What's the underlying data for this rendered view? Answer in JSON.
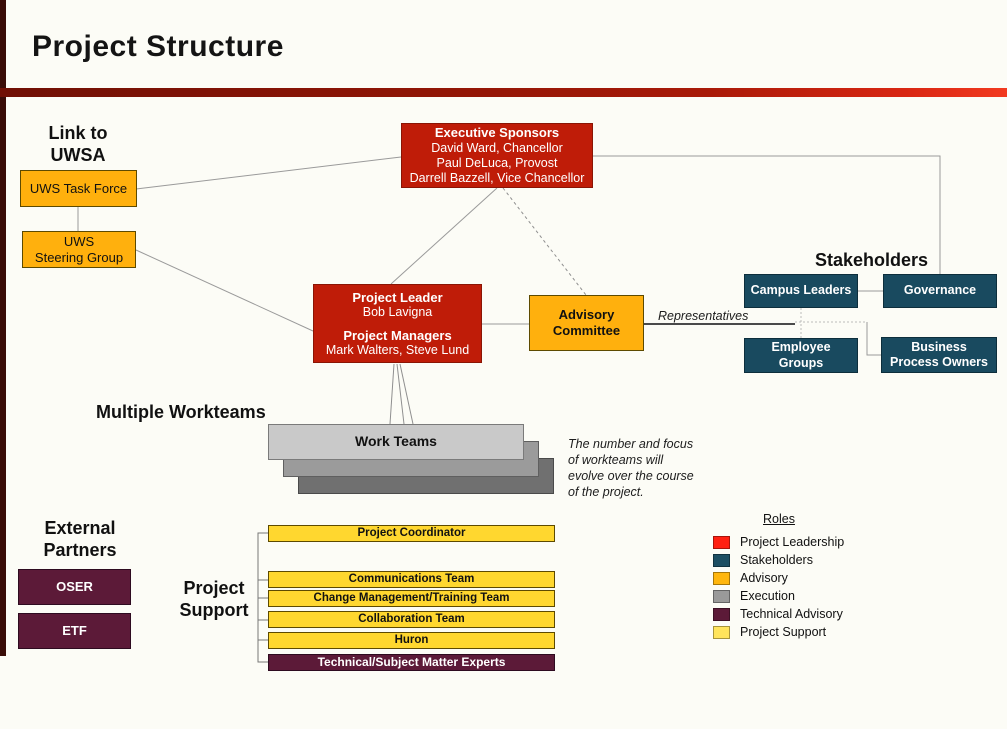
{
  "title": "Project Structure",
  "uwsa": {
    "heading": "Link to\nUWSA",
    "task_force": "UWS Task Force",
    "steering_group": "UWS\nSteering Group"
  },
  "executive_sponsors": {
    "heading": "Executive Sponsors",
    "members": [
      "David Ward, Chancellor",
      "Paul DeLuca, Provost",
      "Darrell Bazzell, Vice Chancellor"
    ]
  },
  "project_leadership": {
    "role1": "Project Leader",
    "name1": "Bob Lavigna",
    "role2": "Project Managers",
    "name2": "Mark Walters, Steve Lund"
  },
  "advisory_committee": {
    "label": "Advisory\nCommittee"
  },
  "stakeholders": {
    "heading": "Stakeholders",
    "representatives_label": "Representatives",
    "campus_leaders": "Campus Leaders",
    "governance": "Governance",
    "employee_groups": "Employee\nGroups",
    "business_process_owners": "Business\nProcess Owners"
  },
  "workteams": {
    "heading": "Multiple Workteams",
    "box_label": "Work Teams",
    "note": "The number and focus\nof workteams will\nevolve over the course\nof the project."
  },
  "external_partners": {
    "heading": "External\nPartners",
    "oser": "OSER",
    "etf": "ETF"
  },
  "project_support": {
    "heading": "Project\nSupport",
    "items": [
      "Project Coordinator",
      "Communications Team",
      "Change Management/Training  Team",
      "Collaboration Team",
      "Huron"
    ],
    "technical_item": "Technical/Subject Matter Experts"
  },
  "legend": {
    "heading": "Roles",
    "items": [
      {
        "label": "Project Leadership",
        "color": "#ff2011"
      },
      {
        "label": "Stakeholders",
        "color": "#1d4f63"
      },
      {
        "label": "Advisory",
        "color": "#ffb60d"
      },
      {
        "label": "Execution",
        "color": "#9a9a9a"
      },
      {
        "label": "Technical Advisory",
        "color": "#5c1a38"
      },
      {
        "label": "Project Support",
        "color": "#ffe45c"
      }
    ]
  },
  "colors": {
    "leadership_box": "#bf1c08",
    "advisory_box": "#ffb00d",
    "stakeholder_box": "#194a5f",
    "technical_box": "#5c1a38",
    "support_box": "#ffd72f",
    "accent_rule": "#a81a08",
    "background": "#fcfcf6"
  }
}
